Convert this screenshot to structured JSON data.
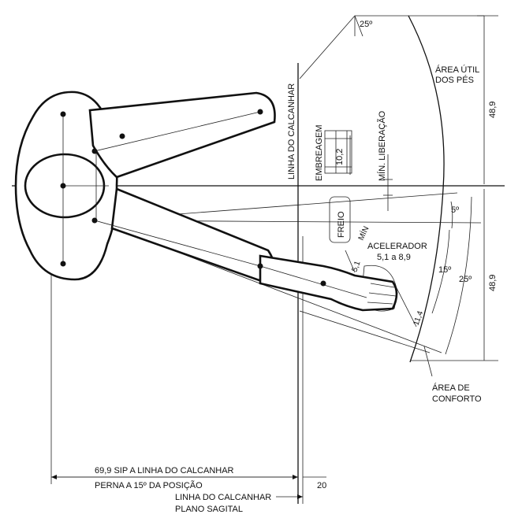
{
  "labels": {
    "angle_top": "25º",
    "area_util_1": "ÁREA ÚTIL",
    "area_util_2": "DOS PÉS",
    "dim_upper": "48,9",
    "dim_lower": "48,9",
    "linha_calcanhar_vertical": "LINHA DO CALCANHAR",
    "embreagem": "EMBREAGEM",
    "dim_10_2": "10,2",
    "min_liberacao": "MÍN. LIBERAÇÃO",
    "freio": "FREIO",
    "min": "MÍN",
    "acelerador": "ACELERADOR",
    "acelerador_range": "5,1 a 8,9",
    "dim_5_1": "5,1",
    "dim_11_4": "11,4",
    "angle_5": "5º",
    "angle_15": "15º",
    "angle_25": "25º",
    "area_conforto_1": "ÁREA DE",
    "area_conforto_2": "CONFORTO",
    "sip_1": "69,9 SIP A LINHA DO CALCANHAR",
    "sip_2": "PERNA A 15º DA POSIÇÃO",
    "dim_20": "20",
    "linha_calcanhar_bottom": "LINHA DO CALCANHAR",
    "plano_sagital": "PLANO SAGITAL"
  }
}
